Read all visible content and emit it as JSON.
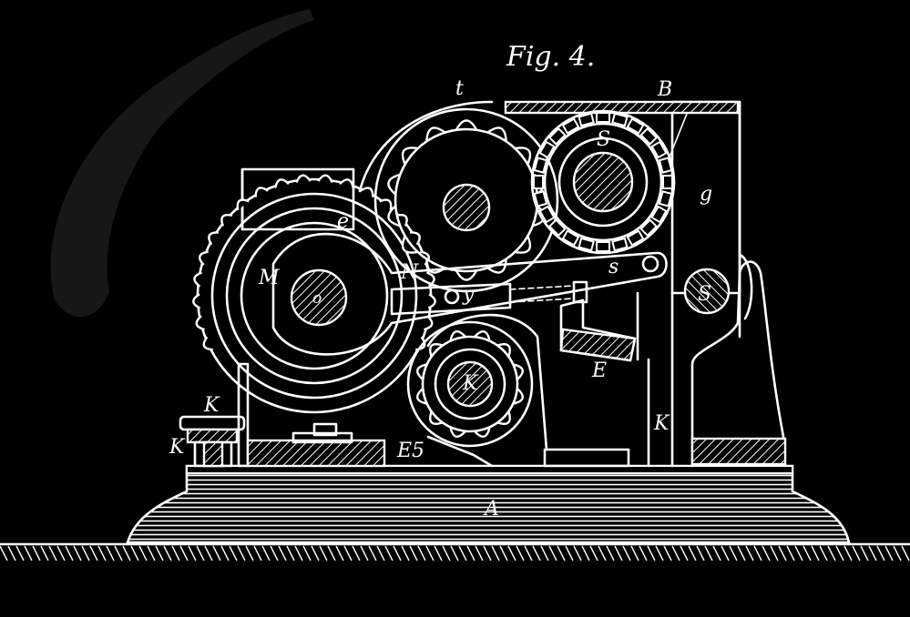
{
  "figure": {
    "title": "Fig. 4.",
    "background_color": "#000000",
    "line_color": "#ffffff"
  },
  "labels": {
    "t": "t",
    "B": "B",
    "S": "S",
    "g": "g",
    "e_wheel": "e",
    "M": "M",
    "N": "N",
    "y": "y",
    "o": "o",
    "s": "s",
    "s1": "S",
    "K1": "K",
    "E": "E",
    "E5": "E5",
    "K_left_top": "K",
    "K_left_bottom": "K",
    "K_right": "K",
    "A": "A"
  }
}
